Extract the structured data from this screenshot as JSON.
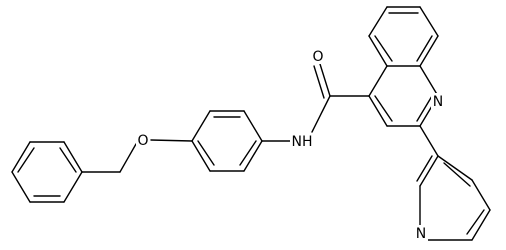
{
  "molecule": {
    "atoms": {
      "o_carbonyl": "O",
      "n_amide": "NH",
      "o_ether": "O",
      "n_quinoline": "N",
      "n_pyridine": "N"
    }
  }
}
